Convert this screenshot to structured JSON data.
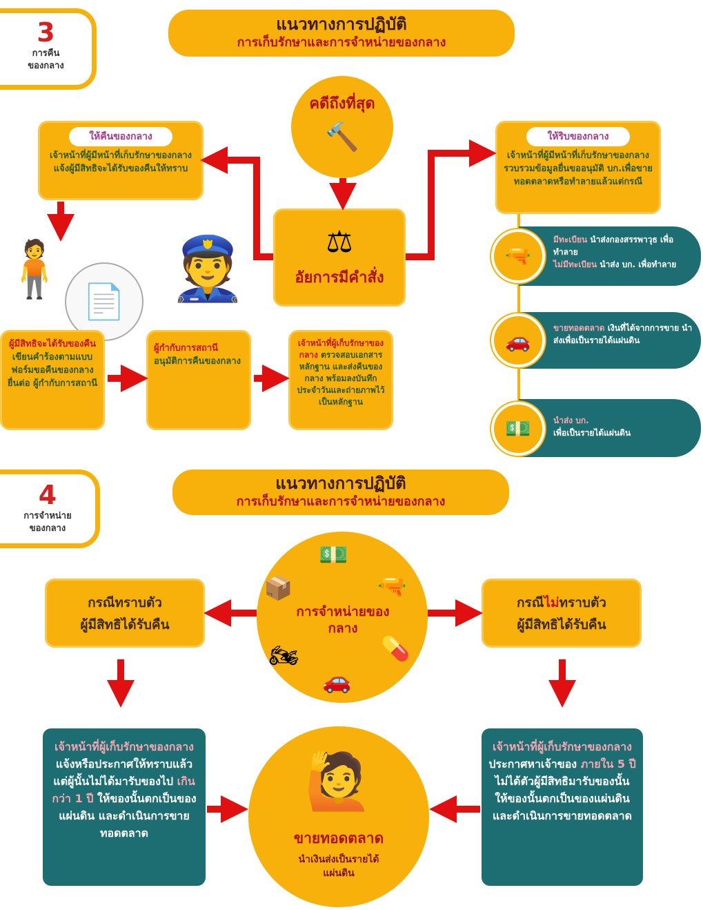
{
  "section3": {
    "badge": {
      "number": "3",
      "line1": "การคืน",
      "line2": "ของกลาง"
    },
    "header": {
      "title": "แนวทางการปฏิบัติ",
      "subtitle": "การเก็บรักษาและการจำหน่ายของกลาง"
    },
    "final_case": "คดีถึงที่สุด",
    "prosecutor": "อัยการมีคำสั่ง",
    "return_box": {
      "pill": "ให้คืนของกลาง",
      "text": "เจ้าหน้าที่ผู้มีหน้าที่เก็บรักษาของกลางแจ้งผู้มีสิทธิจะได้รับของคืนให้ทราบ"
    },
    "confiscate_box": {
      "pill": "ให้ริบของกลาง",
      "text": "เจ้าหน้าที่ผู้มีหน้าที่เก็บรักษาของกลางรวบรวมข้อมูลยื่นขออนุมัติ บก.เพื่อขายทอดตลาดหรือทำลายแล้วแต่กรณี"
    },
    "weapons": {
      "k1": "มีทะเบียน",
      "v1": "นำส่งกองสรรพาวุธ เพื่อทำลาย",
      "k2": "ไม่มีทะเบียน",
      "v2": "นำส่ง บก. เพื่อทำลาย"
    },
    "vehicles": {
      "k": "ขายทอดตลาด",
      "v": "เงินที่ได้จากการขาย นำส่งเพื่อเป็นรายได้แผ่นดิน"
    },
    "money": {
      "k": "นำส่ง บก.",
      "v": "เพื่อเป็นรายได้แผ่นดิน"
    },
    "step1": {
      "hl": "ผู้มีสิทธิจะได้รับของคืน",
      "text": "เขียนคำร้องตามแบบฟอร์มขอคืนของกลาง ยื่นต่อ ผู้กำกับการสถานี"
    },
    "step2": {
      "hl": "ผู้กำกับการสถานี",
      "text": "อนุมัติการคืนของกลาง"
    },
    "step3": {
      "hl": "เจ้าหน้าที่ผู้เก็บรักษาของกลาง",
      "text": "ตรวจสอบเอกสารหลักฐาน และส่งคืนของกลาง พร้อมลงบันทึกประจำวันและถ่ายภาพไว้เป็นหลักฐาน"
    }
  },
  "section4": {
    "badge": {
      "number": "4",
      "line1": "การจำหน่าย",
      "line2": "ของกลาง"
    },
    "header": {
      "title": "แนวทางการปฏิบัติ",
      "subtitle": "การเก็บรักษาและการจำหน่ายของกลาง"
    },
    "center": "การจำหน่ายของกลาง",
    "known": {
      "line1": "กรณีทราบตัว",
      "line2": "ผู้มีสิทธิได้รับคืน"
    },
    "unknown": {
      "pre": "กรณี",
      "hl": "ไม่",
      "post": "ทราบตัว",
      "line2": "ผู้มีสิทธิได้รับคืน"
    },
    "known_detail": {
      "hl1": "เจ้าหน้าที่ผู้เก็บรักษาของกลาง",
      "t1": " แจ้งหรือประกาศให้ทราบแล้ว แต่ผู้นั้นไม่ได้มารับของไป ",
      "hl2": "เกินกว่า 1 ปี",
      "t2": " ให้ของนั้นตกเป็นของแผ่นดิน และดำเนินการขายทอดตลาด"
    },
    "unknown_detail": {
      "hl1": "เจ้าหน้าที่ผู้เก็บรักษาของกลาง",
      "t1": " ประกาศหาเจ้าของ ",
      "hl2": "ภายใน 5 ปี",
      "t2": " ไม่ได้ตัวผู้มีสิทธิมารับของนั้น ให้ของนั้นตกเป็นของแผ่นดิน และดำเนินการขายทอดตลาด"
    },
    "auction": {
      "title": "ขายทอดตลาด",
      "sub": "นำเงินส่งเป็นรายได้แผ่นดิน"
    }
  },
  "colors": {
    "orange": "#f7b10a",
    "teal": "#1d6e72",
    "red": "#e01010"
  }
}
